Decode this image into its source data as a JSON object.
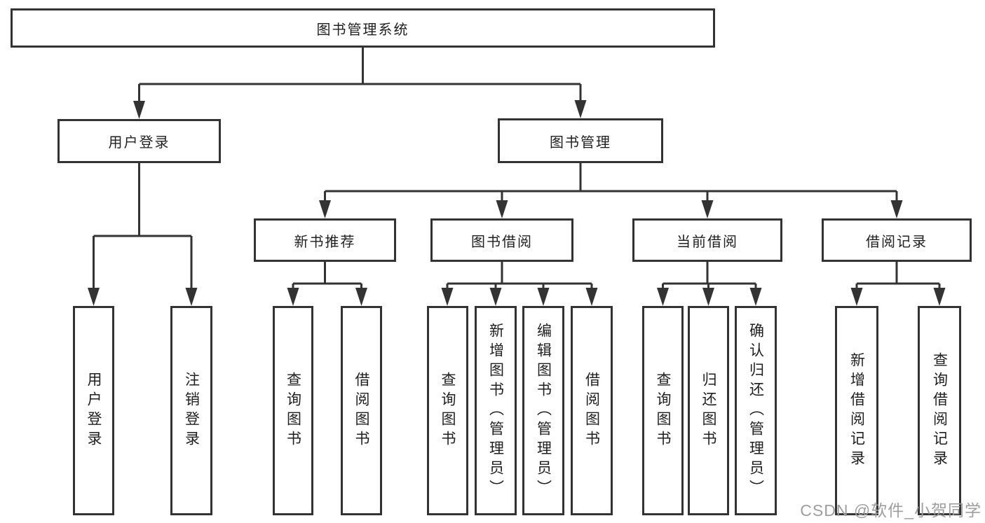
{
  "tree": {
    "label": "图书管理系统",
    "children": [
      {
        "label": "用户登录",
        "children": [
          {
            "label": "用户登录"
          },
          {
            "label": "注销登录"
          }
        ]
      },
      {
        "label": "图书管理",
        "children": [
          {
            "label": "新书推荐",
            "children": [
              {
                "label": "查询图书"
              },
              {
                "label": "借阅图书"
              }
            ]
          },
          {
            "label": "图书借阅",
            "children": [
              {
                "label": "查询图书"
              },
              {
                "label": "新增图书（管理员）"
              },
              {
                "label": "编辑图书（管理员）"
              },
              {
                "label": "借阅图书"
              }
            ]
          },
          {
            "label": "当前借阅",
            "children": [
              {
                "label": "查询图书"
              },
              {
                "label": "归还图书"
              },
              {
                "label": "确认归还（管理员）"
              }
            ]
          },
          {
            "label": "借阅记录",
            "children": [
              {
                "label": "新增借阅记录"
              },
              {
                "label": "查询借阅记录"
              }
            ]
          }
        ]
      }
    ]
  },
  "watermark": {
    "text": "CSDN @软件_小贺同学",
    "color": "#9e9e9e"
  },
  "colors": {
    "line": "#333333",
    "box_border": "#333333",
    "text": "#1f1f1f",
    "background": "#ffffff"
  }
}
